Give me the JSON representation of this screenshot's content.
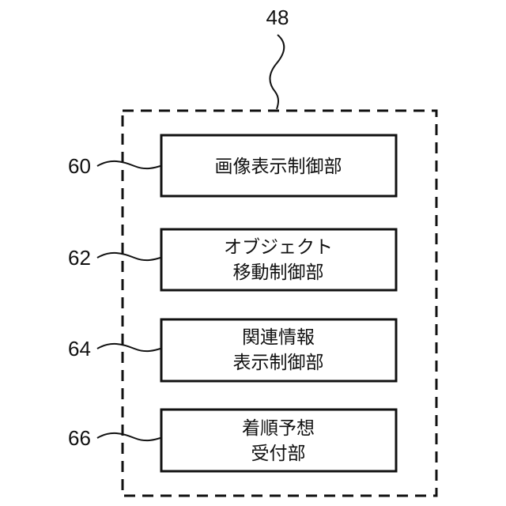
{
  "figure": {
    "group_ref": "48",
    "blocks": [
      {
        "ref": "60",
        "lines": [
          "画像表示制御部"
        ]
      },
      {
        "ref": "62",
        "lines": [
          "オブジェクト",
          "移動制御部"
        ]
      },
      {
        "ref": "64",
        "lines": [
          "関連情報",
          "表示制御部"
        ]
      },
      {
        "ref": "66",
        "lines": [
          "着順予想",
          "受付部"
        ]
      }
    ]
  }
}
